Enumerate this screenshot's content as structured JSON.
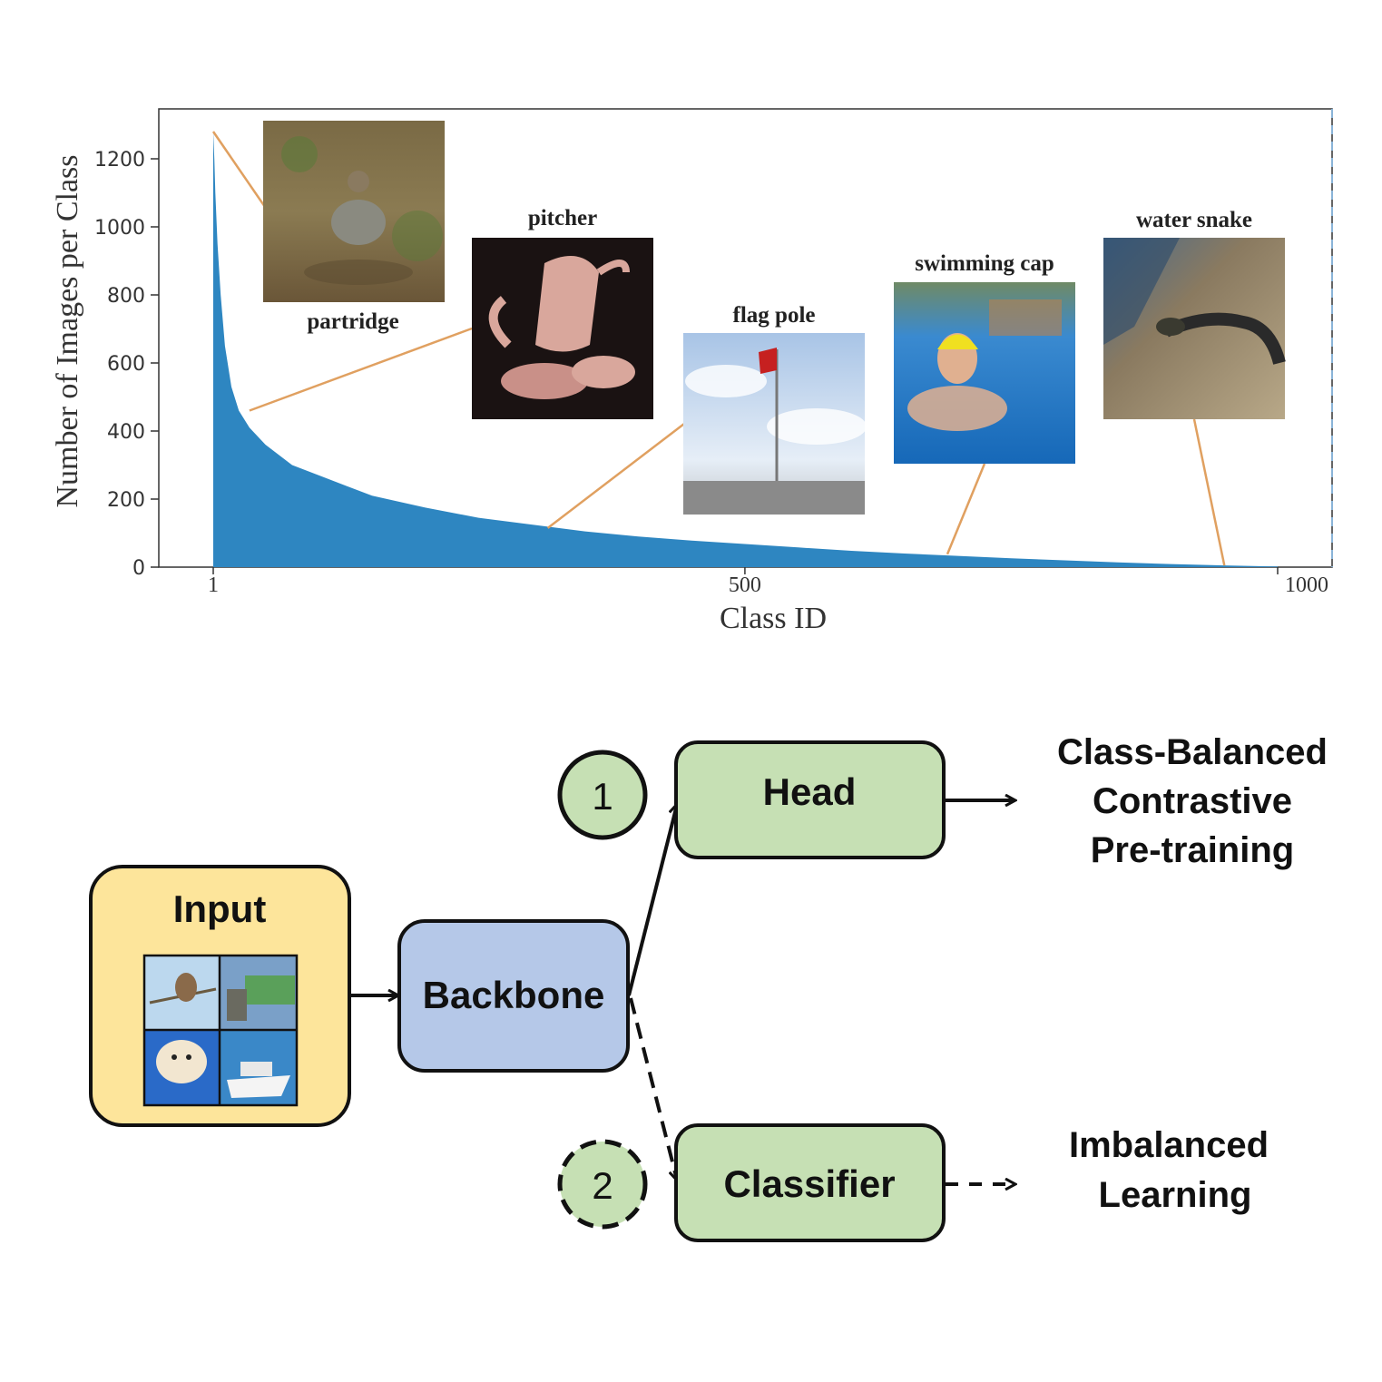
{
  "chart_data": {
    "type": "area",
    "xlabel": "Class ID",
    "ylabel": "Number of Images per Class",
    "xlim": [
      1,
      1000
    ],
    "ylim": [
      0,
      1300
    ],
    "x_ticks": [
      1,
      500,
      1000
    ],
    "y_ticks": [
      0,
      200,
      400,
      600,
      800,
      1000,
      1200
    ],
    "series": [
      {
        "x": [
          1,
          2,
          3,
          5,
          8,
          12,
          18,
          25,
          35,
          50,
          75,
          100,
          150,
          200,
          250,
          300,
          350,
          400,
          450,
          500,
          550,
          600,
          650,
          700,
          750,
          800,
          850,
          900,
          950,
          1000
        ],
        "y": [
          1280,
          1200,
          1100,
          950,
          800,
          650,
          530,
          460,
          410,
          360,
          300,
          270,
          210,
          175,
          145,
          125,
          105,
          90,
          78,
          68,
          58,
          48,
          40,
          33,
          26,
          20,
          14,
          9,
          5,
          2
        ]
      }
    ],
    "fill_color": "#2e86c1",
    "grid": false,
    "annotations": [
      {
        "label": "partridge",
        "class_id": 1,
        "value": 1280
      },
      {
        "label": "pitcher",
        "class_id": 35,
        "value": 460
      },
      {
        "label": "flag pole",
        "class_id": 315,
        "value": 115
      },
      {
        "label": "swimming cap",
        "class_id": 690,
        "value": 38
      },
      {
        "label": "water snake",
        "class_id": 950,
        "value": 5
      }
    ]
  },
  "diagram": {
    "input_label": "Input",
    "backbone_label": "Backbone",
    "head_label": "Head",
    "classifier_label": "Classifier",
    "step1": "1",
    "step2": "2",
    "output_head": [
      "Class-Balanced",
      "Contrastive",
      "Pre-training"
    ],
    "output_classifier": [
      "Imbalanced",
      "Learning"
    ],
    "colors": {
      "input_fill": "#fde59b",
      "backbone_fill": "#b5c8e8",
      "head_fill": "#c6e0b4",
      "step_fill": "#c6e0b4"
    }
  }
}
